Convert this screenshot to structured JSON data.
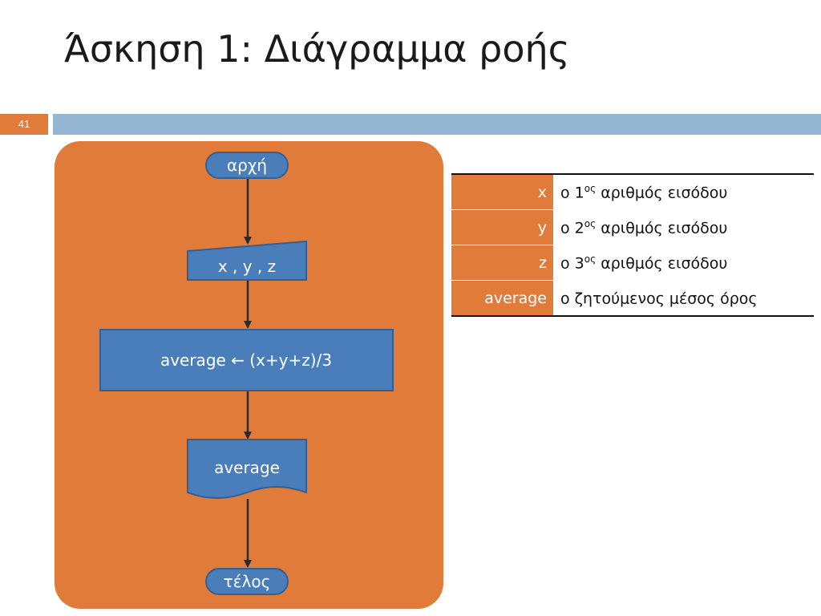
{
  "slide": {
    "title": "Άσκηση 1: Διάγραμμα ροής",
    "number": "41"
  },
  "flowchart": {
    "start_label": "αρχή",
    "input_label": "x , y , z",
    "process_label": "average ← (x+y+z)/3",
    "output_label": "average",
    "end_label": "τέλος"
  },
  "legend": {
    "rows": [
      {
        "var": "x",
        "pre": "ο 1",
        "sup": "ος",
        "post": " αριθμός εισόδου"
      },
      {
        "var": "y",
        "pre": "ο 2",
        "sup": "ος",
        "post": " αριθμός εισόδου"
      },
      {
        "var": "z",
        "pre": "ο 3",
        "sup": "ος",
        "post": " αριθμός εισόδου"
      },
      {
        "var": "average",
        "pre": "ο ζητούμενος μέσος όρος",
        "sup": "",
        "post": ""
      }
    ]
  },
  "colors": {
    "panel": "#e07b39",
    "node": "#4a7ebb",
    "node_border": "#365f91",
    "header_bar": "#94b6d2"
  }
}
